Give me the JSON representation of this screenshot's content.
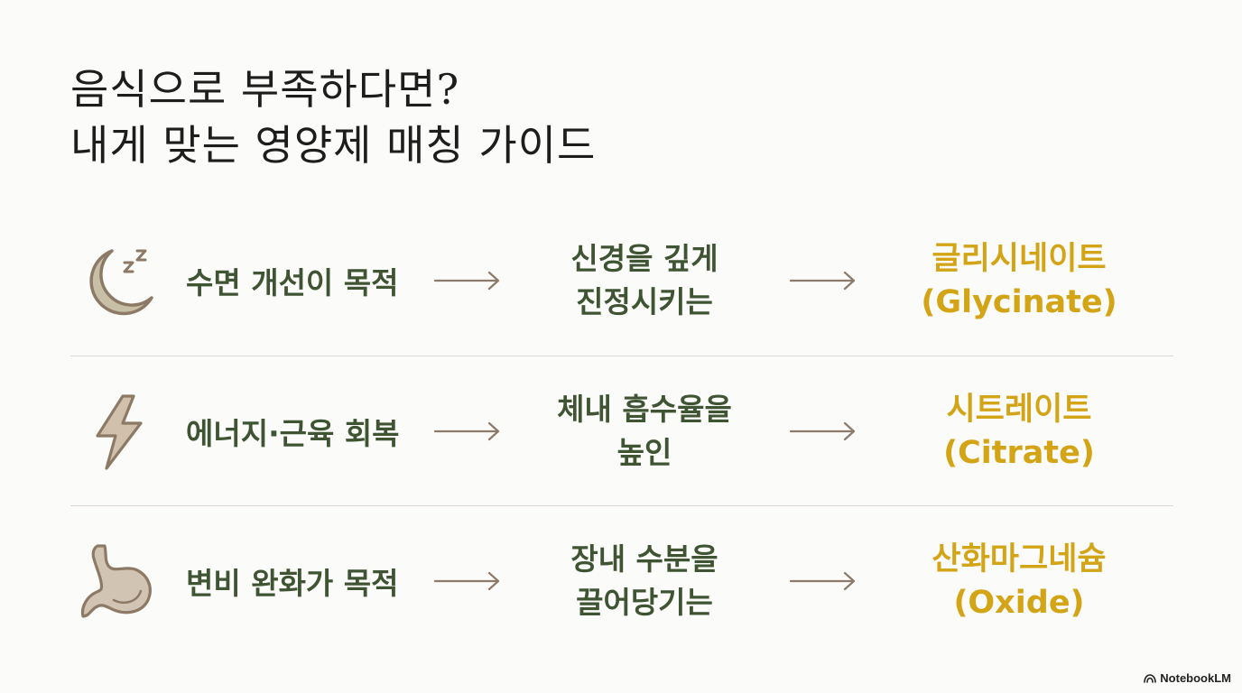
{
  "title": {
    "line1": "음식으로 부족하다면?",
    "line2": "내게 맞는 영양제 매칭 가이드"
  },
  "rows": [
    {
      "icon": "moon-sleep-icon",
      "goal": "수면 개선이 목적",
      "mechanism": [
        "신경을 깊게",
        "진정시키는"
      ],
      "supplement": [
        "글리시네이트",
        "(Glycinate)"
      ]
    },
    {
      "icon": "lightning-bolt-icon",
      "goal": "에너지·근육 회복",
      "mechanism": [
        "체내 흡수율을",
        "높인"
      ],
      "supplement": [
        "시트레이트",
        "(Citrate)"
      ]
    },
    {
      "icon": "stomach-icon",
      "goal": "변비 완화가 목적",
      "mechanism": [
        "장내 수분을",
        "끌어당기는"
      ],
      "supplement": [
        "산화마그네슘",
        "(Oxide)"
      ]
    }
  ],
  "brand": {
    "icon": "notebooklm-logo-icon",
    "label": "NotebookLM"
  },
  "colors": {
    "background": "#fbfbf9",
    "title": "#1d1d1b",
    "text_green": "#3f5432",
    "accent_gold": "#d2a416",
    "arrow": "#8c7a6b",
    "divider": "#dcd7d2",
    "icon_fill": "#ccc1b0",
    "icon_stroke": "#8d7a66"
  }
}
